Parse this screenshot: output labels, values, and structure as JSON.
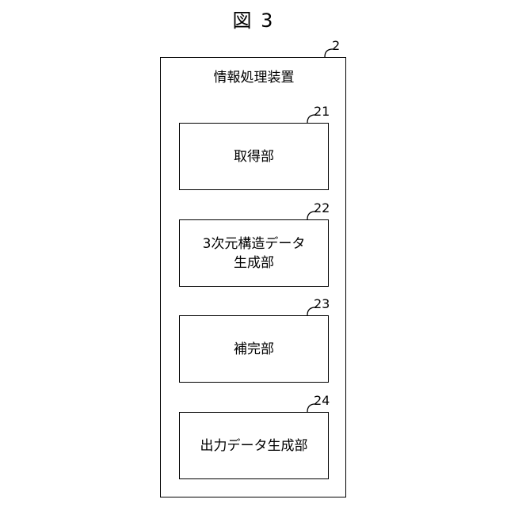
{
  "figure_title": "図 3",
  "device": {
    "label": "情報処理装置",
    "ref": "2"
  },
  "components": [
    {
      "label": "取得部",
      "ref": "21"
    },
    {
      "label": "3次元構造データ\n生成部",
      "ref": "22"
    },
    {
      "label": "補完部",
      "ref": "23"
    },
    {
      "label": "出力データ生成部",
      "ref": "24"
    }
  ]
}
